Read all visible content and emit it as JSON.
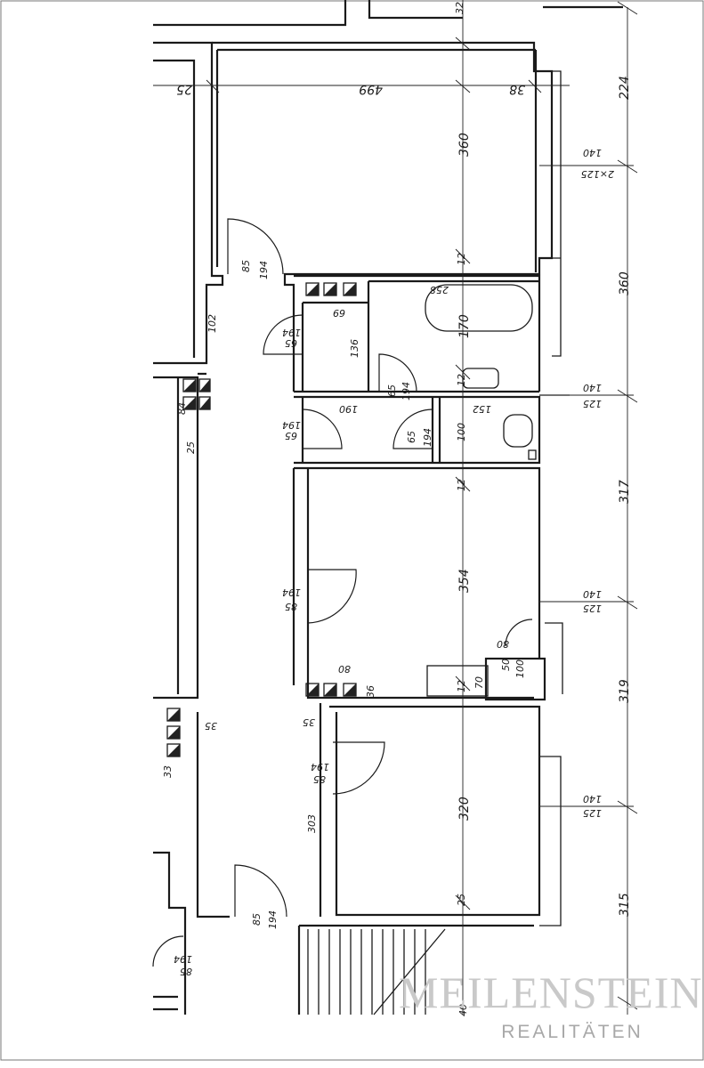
{
  "plan": {
    "labels": {
      "d_25_top": "25",
      "d_499": "499",
      "d_38": "38",
      "d_224": "224",
      "d_360_room1": "360",
      "d_2x125": "2×125",
      "d_140_a": "140",
      "d_12_a": "12",
      "d_85_a": "85",
      "d_194_a": "194",
      "d_102": "102",
      "d_258": "258",
      "d_170": "170",
      "d_360_right": "360",
      "d_69": "69",
      "d_136": "136",
      "d_65_a": "65",
      "d_194_b": "194",
      "d_65_b": "65",
      "d_194_c": "194",
      "d_12_b": "12",
      "d_125_a": "125",
      "d_140_b": "140",
      "d_84": "84",
      "d_25_left": "25",
      "d_190": "190",
      "d_152": "152",
      "d_65_c": "65",
      "d_194_d": "194",
      "d_65_d": "65",
      "d_194_e": "194",
      "d_100": "100",
      "d_12_c": "12",
      "d_317": "317",
      "d_354": "354",
      "d_85_b": "85",
      "d_194_f": "194",
      "d_125_b": "125",
      "d_140_c": "140",
      "d_80_a": "80",
      "d_50": "50",
      "d_100_b": "100",
      "d_80_b": "80",
      "d_36": "36",
      "d_12_d": "12",
      "d_70": "70",
      "d_319": "319",
      "d_35_a": "35",
      "d_35_b": "35",
      "d_33": "33",
      "d_85_c": "85",
      "d_194_g": "194",
      "d_303": "303",
      "d_320": "320",
      "d_125_c": "125",
      "d_140_d": "140",
      "d_25_mid": "25",
      "d_315": "315",
      "d_85_d": "85",
      "d_194_h": "194",
      "d_85_e": "85",
      "d_194_i": "194",
      "d_40": "40",
      "d_32": "32"
    }
  },
  "brand": {
    "name": "MEILENSTEIN",
    "subtitle": "REALITÄTEN"
  }
}
